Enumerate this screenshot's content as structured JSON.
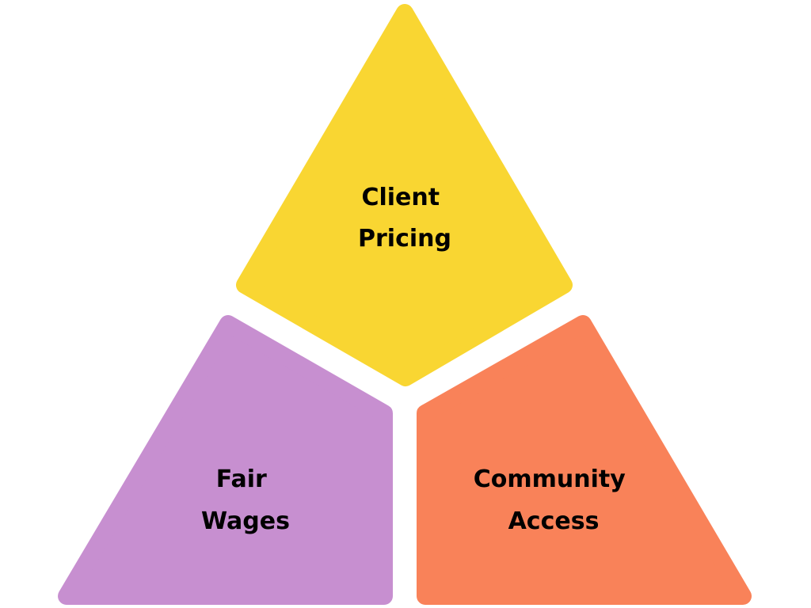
{
  "diagram": {
    "segments": [
      {
        "id": "client-pricing",
        "lines": [
          "Client",
          "Pricing"
        ],
        "color": "#F9D632"
      },
      {
        "id": "fair-wages",
        "lines": [
          "Fair",
          "Wages"
        ],
        "color": "#C78FD0"
      },
      {
        "id": "community-access",
        "lines": [
          "Community",
          "Access"
        ],
        "color": "#F98259"
      }
    ]
  }
}
